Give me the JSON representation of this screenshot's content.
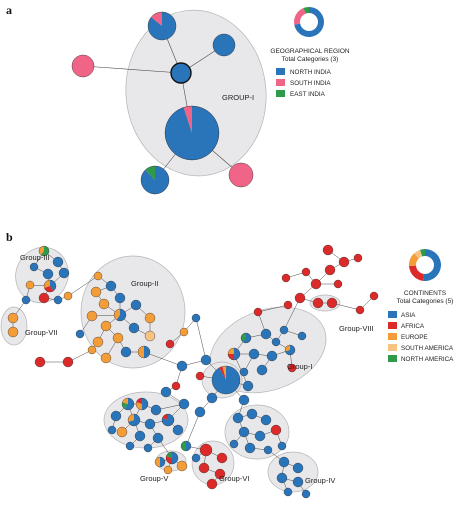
{
  "colors": {
    "north_india": "#2a74ba",
    "south_india": "#f06488",
    "east_india": "#2f9a4a",
    "asia": "#2a74ba",
    "africa": "#dc2a2a",
    "europe": "#f39c38",
    "south_america": "#f6c383",
    "north_america": "#2f9a4a",
    "group_fill": "#e8e8ea",
    "edge": "#4a4a4a"
  },
  "panel_a": {
    "label": "a",
    "group_label": "GROUP-I",
    "legend": {
      "title_line1": "GEOGRAPHICAL REGION",
      "title_line2": "Total Categories (3)",
      "items": [
        {
          "label": "NORTH INDIA",
          "color": "#2a74ba"
        },
        {
          "label": "SOUTH INDIA",
          "color": "#f06488"
        },
        {
          "label": "EAST INDIA",
          "color": "#2f9a4a"
        }
      ],
      "donut": [
        {
          "color": "#2a74ba",
          "share": 0.72
        },
        {
          "color": "#f06488",
          "share": 0.22
        },
        {
          "color": "#2f9a4a",
          "share": 0.06
        }
      ]
    }
  },
  "panel_b": {
    "label": "b",
    "group_labels": [
      "Group-I",
      "Group-II",
      "Group-III",
      "Group-IV",
      "Group-V",
      "Group-VI",
      "Group-VII",
      "Group-VIII"
    ],
    "legend": {
      "title_line1": "CONTINENTS",
      "title_line2": "Total Categories (5)",
      "items": [
        {
          "label": "ASIA",
          "color": "#2a74ba"
        },
        {
          "label": "AFRICA",
          "color": "#dc2a2a"
        },
        {
          "label": "EUROPE",
          "color": "#f39c38"
        },
        {
          "label": "SOUTH AMERICA",
          "color": "#f6c383"
        },
        {
          "label": "NORTH AMERICA",
          "color": "#2f9a4a"
        }
      ],
      "donut": [
        {
          "color": "#2a74ba",
          "share": 0.52
        },
        {
          "color": "#dc2a2a",
          "share": 0.22
        },
        {
          "color": "#f39c38",
          "share": 0.14
        },
        {
          "color": "#f6c383",
          "share": 0.07
        },
        {
          "color": "#2f9a4a",
          "share": 0.05
        }
      ]
    }
  }
}
